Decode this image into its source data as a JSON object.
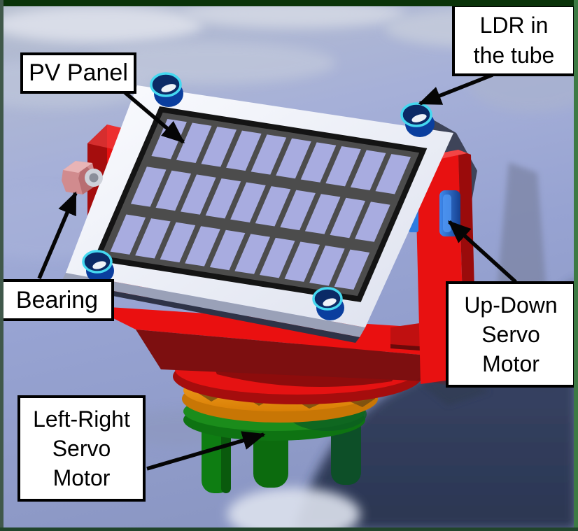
{
  "figure": {
    "type": "annotated-3d-render",
    "subject": "Dual-axis solar tracker prototype with PV panel, LDR tubes and two servo motors"
  },
  "labels": {
    "pv_panel": "PV Panel",
    "ldr": "LDR in\nthe tube",
    "bearing": "Bearing",
    "up_down_servo": "Up-Down\nServo\nMotor",
    "left_right_servo": "Left-Right\nServo\nMotor"
  },
  "panel": {
    "rows": 3,
    "cols": 10,
    "cell_color": "#a8ace0",
    "field_color": "#4c4c4c",
    "border_color": "#141414"
  },
  "components": [
    "pv-panel",
    "ldr-tube-top-left",
    "ldr-tube-top-right",
    "ldr-tube-bottom-left",
    "ldr-tube-bottom-right",
    "bearing-nut",
    "left-bracket",
    "right-bracket",
    "up-down-servo",
    "tilt-platform",
    "base-red-disc",
    "base-orange-disc",
    "base-green-disc",
    "base-leg-left",
    "base-leg-middle",
    "base-leg-right"
  ],
  "colors": {
    "bracket_red": "#e81111",
    "bracket_red_dark": "#9a0b0b",
    "plate_maroon": "#7d0f10",
    "base_orange": "#f29a16",
    "base_green": "#169016",
    "servo_blue": "#2f7de2",
    "ldr_rim_cyan": "#45d8f0",
    "ldr_body_blue": "#0a3e9e",
    "bearing_pink": "#d18b8e",
    "frame_white": "#f4f6fb",
    "sky_light": "#b7bfce",
    "sky_periwinkle": "#97a3d2",
    "sky_shadow_navy": "#2c3854",
    "border_green_top": "#0a3309",
    "border_green_right": "#3d7a44",
    "label_bg": "#ffffff",
    "label_border": "#000000"
  }
}
